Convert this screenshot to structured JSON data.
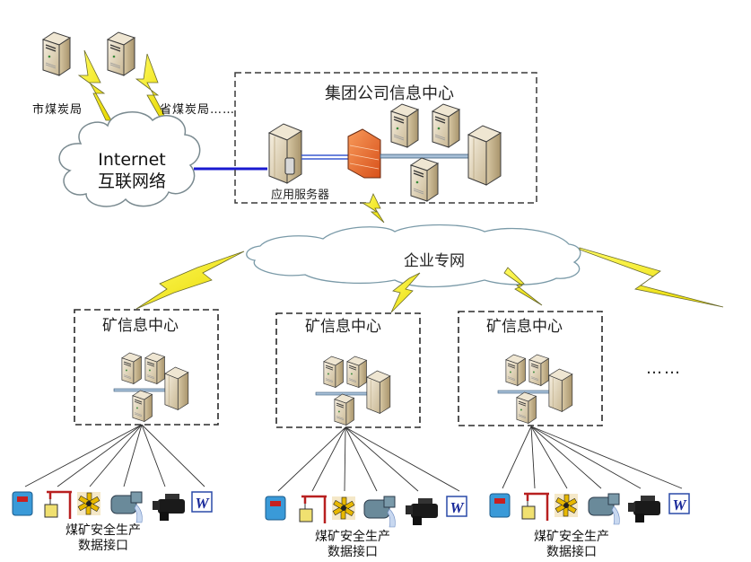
{
  "external": {
    "city_bureau": "市煤炭局",
    "province_bureau": "省煤炭局……",
    "internet_line1": "Internet",
    "internet_line2": "互联网络"
  },
  "group_center": {
    "title": "集团公司信息中心",
    "app_server_label": "应用服务器"
  },
  "enterprise_network": {
    "label": "企业专网"
  },
  "mine_centers": [
    {
      "title": "矿信息中心",
      "interface_line1": "煤矿安全生产",
      "interface_line2": "数据接口"
    },
    {
      "title": "矿信息中心",
      "interface_line1": "煤矿安全生产",
      "interface_line2": "数据接口"
    },
    {
      "title": "矿信息中心",
      "interface_line1": "煤矿安全生产",
      "interface_line2": "数据接口"
    }
  ],
  "more_indicator": "……",
  "devices": [
    "gas-detector-icon",
    "crane-hoist-icon",
    "ventilation-fan-icon",
    "water-pump-icon",
    "video-camera-icon",
    "word-document-icon"
  ],
  "colors": {
    "internet_link": "#1a1ad0",
    "lightning": "#f5f02a",
    "firewall": "#e8682a",
    "server_body": "#e9dcc0",
    "cloud_stroke": "#7a9aa8"
  }
}
